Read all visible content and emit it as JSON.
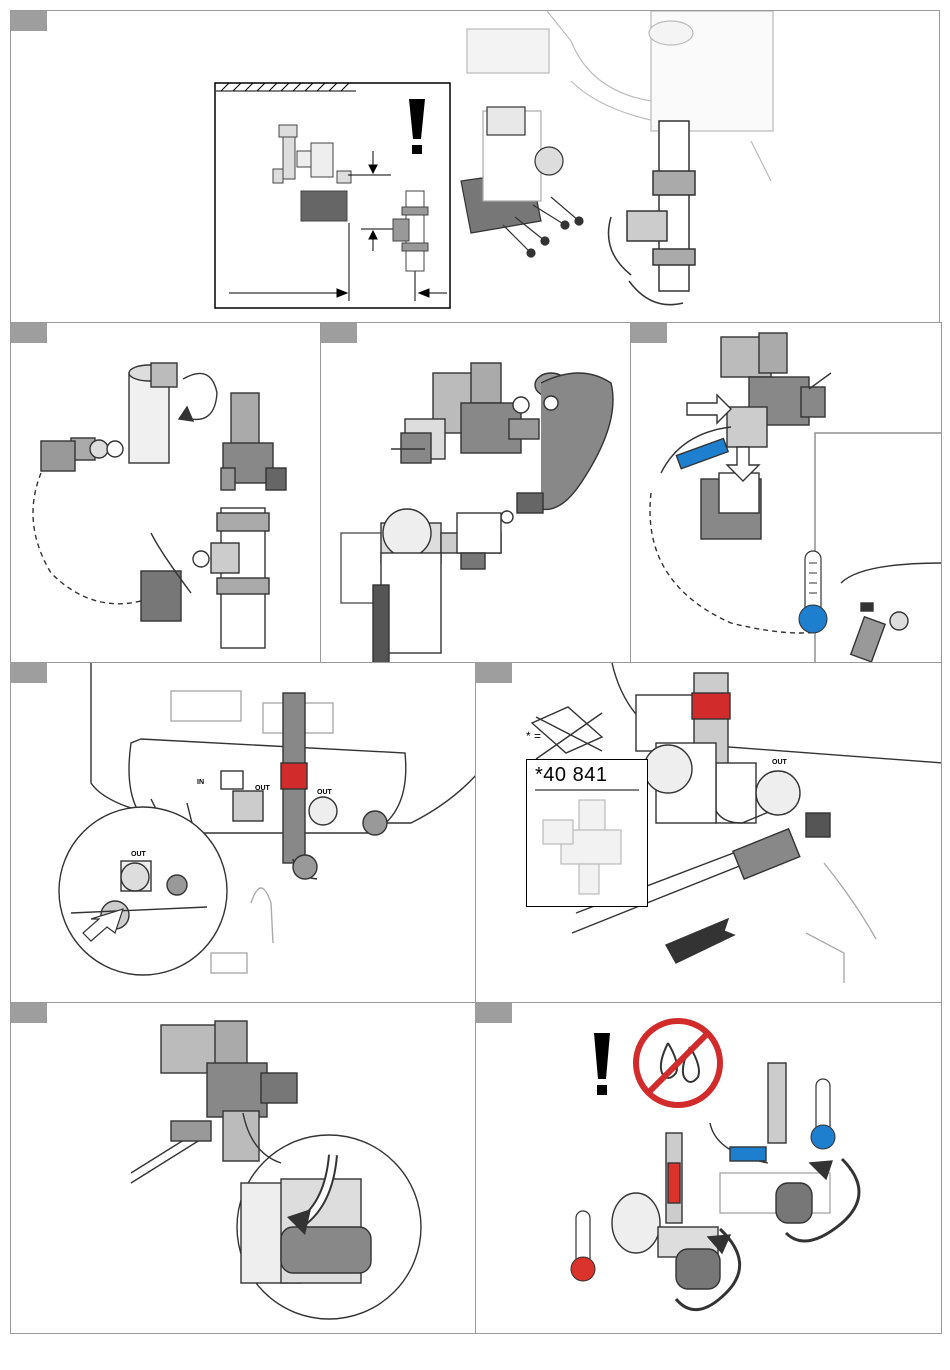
{
  "panels": {
    "p1": {},
    "p2": {},
    "p3": {},
    "p4": {},
    "p5": {
      "label_in": "IN",
      "label_out": "OUT",
      "label_out2": "OUT",
      "label_out_zoom": "OUT"
    },
    "p6": {
      "asterisk_eq": "* =",
      "part_code": "*40 841",
      "label_out": "OUT"
    },
    "p7": {},
    "p8": {}
  },
  "colors": {
    "tab": "#9e9e9e",
    "border": "#9a9a9a",
    "warning_red": "#d12b2b",
    "cold_blue": "#1f7fcf",
    "hot_red": "#d9332c",
    "line": "#333333",
    "fill_light": "#e6e6e6",
    "fill_mid": "#bfbfbf",
    "fill_dark": "#5c5c5c"
  },
  "icons": {
    "warning": "exclamation-icon",
    "no_water": "no-water-drops-icon",
    "cold_thermo": "cold-thermometer-icon",
    "hot_thermo": "hot-thermometer-icon",
    "push_arrow": "push-arrow-icon",
    "rotate_arrow": "rotate-arrow-icon"
  }
}
